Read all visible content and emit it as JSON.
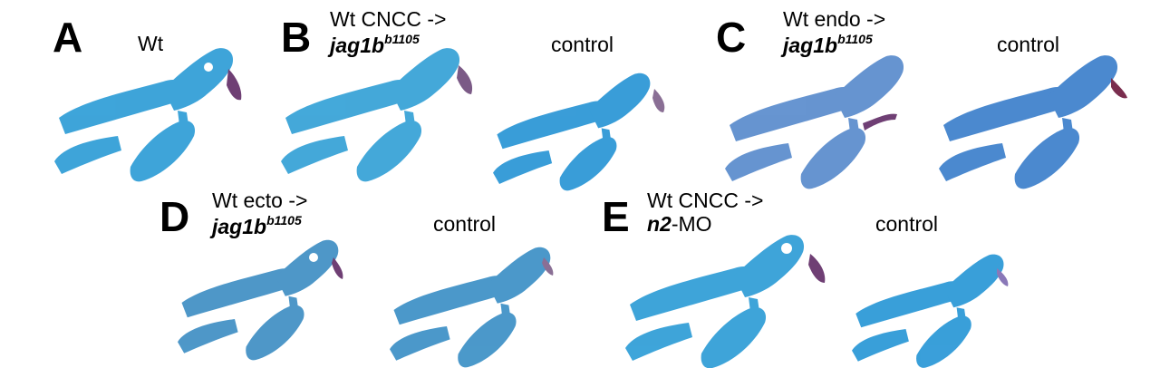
{
  "panels": {
    "A": {
      "letter": "A",
      "label": "Wt"
    },
    "B": {
      "letter": "B",
      "label_line1": "Wt CNCC ->",
      "label_line2_gene": "jag1b",
      "label_line2_sup": "b1105",
      "control": "control"
    },
    "C": {
      "letter": "C",
      "label_line1": "Wt endo ->",
      "label_line2_gene": "jag1b",
      "label_line2_sup": "b1105",
      "control": "control"
    },
    "D": {
      "letter": "D",
      "label_line1": "Wt ecto ->",
      "label_line2_gene": "jag1b",
      "label_line2_sup": "b1105",
      "control": "control"
    },
    "E": {
      "letter": "E",
      "label_line1": "Wt CNCC ->",
      "label_line2_gene": "n2",
      "label_line2_rest": "-MO",
      "control": "control"
    }
  },
  "colors": {
    "cartilage_light": "#3aa4d8",
    "cartilage_dark": "#1d6fc0",
    "cartilage_grey": "#5b8fc9",
    "bone_purple": "#6f3f74"
  }
}
